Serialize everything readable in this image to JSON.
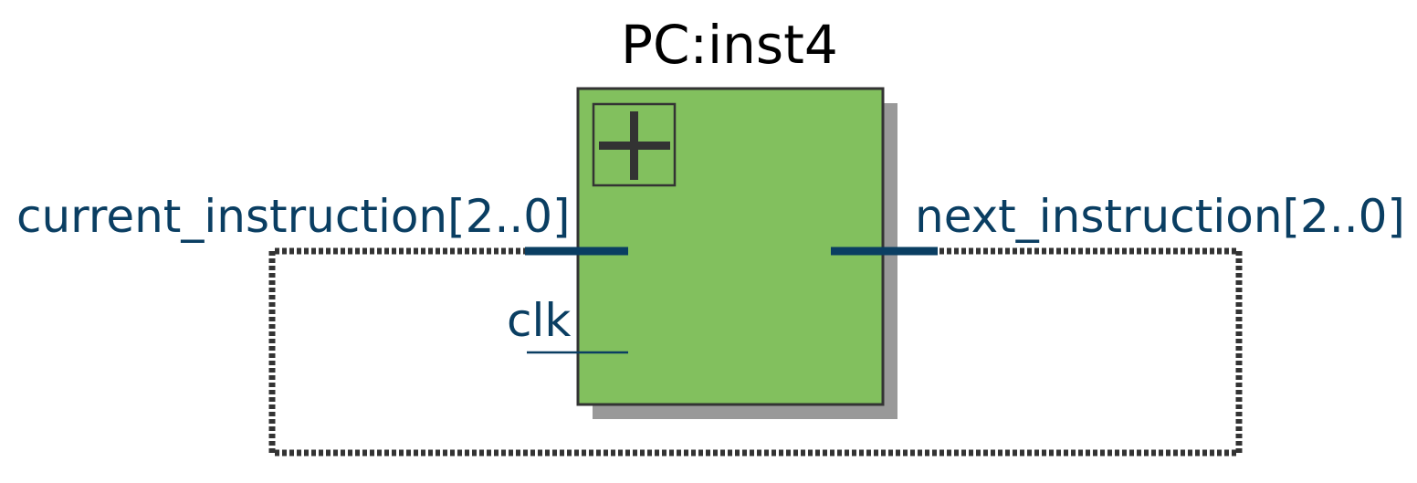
{
  "block": {
    "title": "PC:inst4",
    "fill_color": "#82c05e",
    "shadow_color": "#999999",
    "expand_icon": "plus-icon"
  },
  "ports": {
    "input_bus": "current_instruction[2..0]",
    "clock": "clk",
    "output_bus": "next_instruction[2..0]"
  },
  "colors": {
    "port_text": "#0a3e62",
    "wire": "#0a3e62",
    "outline": "#333333"
  }
}
